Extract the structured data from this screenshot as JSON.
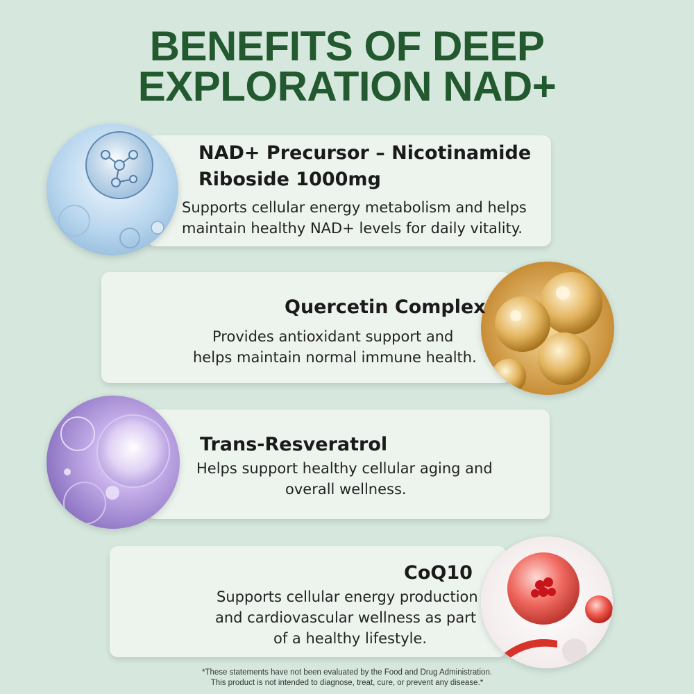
{
  "title": {
    "line1": "BENEFITS OF DEEP",
    "line2": "EXPLORATION NAD+"
  },
  "benefits": [
    {
      "heading_line1": "NAD+ Precursor – Nicotinamide",
      "heading_line2": "Riboside 1000mg",
      "desc_line1": "Supports cellular energy metabolism and helps",
      "desc_line2": "maintain healthy NAD+ levels for daily vitality.",
      "image": "molecule-bubble-icon",
      "accent": "#9cc3e6"
    },
    {
      "heading": "Quercetin Complex",
      "desc_line1": "Provides antioxidant support and",
      "desc_line2": "helps maintain normal immune health.",
      "image": "golden-capsules-icon",
      "accent": "#d9a64a"
    },
    {
      "heading": "Trans-Resveratrol",
      "desc_line1": "Helps support healthy cellular aging and",
      "desc_line2": "overall wellness.",
      "image": "purple-bubbles-icon",
      "accent": "#a890d8"
    },
    {
      "heading": "CoQ10",
      "desc_line1": "Supports cellular energy production",
      "desc_line2": "and cardiovascular wellness as part",
      "desc_line3": "of a healthy lifestyle.",
      "image": "red-spheres-icon",
      "accent": "#e8443c"
    }
  ],
  "disclaimer": {
    "line1": "*These statements have not been evaluated by the Food and Drug Administration.",
    "line2": "This product is not intended to diagnose, treat, cure, or prevent any disease.*"
  }
}
